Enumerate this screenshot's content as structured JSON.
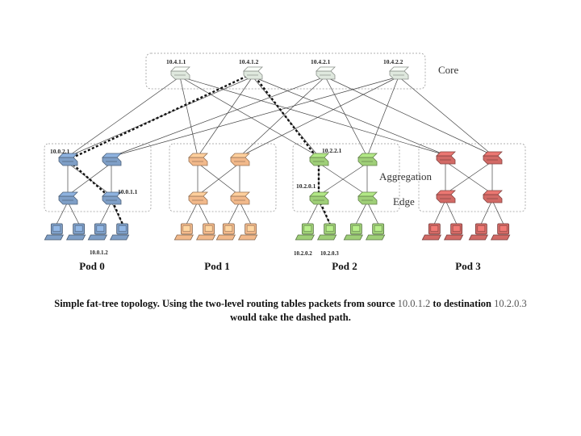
{
  "labels": {
    "core": "Core",
    "aggregation": "Aggregation",
    "edge": "Edge"
  },
  "core_switches": [
    {
      "addr": "10.4.1.1"
    },
    {
      "addr": "10.4.1.2"
    },
    {
      "addr": "10.4.2.1"
    },
    {
      "addr": "10.4.2.2"
    }
  ],
  "pods": [
    {
      "name": "Pod 0",
      "color": "#7f9fc7"
    },
    {
      "name": "Pod 1",
      "color": "#f2b98b"
    },
    {
      "name": "Pod 2",
      "color": "#9fcf78"
    },
    {
      "name": "Pod 3",
      "color": "#d26a66"
    }
  ],
  "addresses": {
    "pod0_agg": "10.0.2.1",
    "pod0_edge": "10.0.1.1",
    "pod0_host": "10.0.1.2",
    "pod2_agg": "10.2.2.1",
    "pod2_edge": "10.2.0.1",
    "pod2_host_a": "10.2.0.2",
    "pod2_host_b": "10.2.0.3"
  },
  "caption": {
    "part1": "Simple fat-tree topology.  Using the two-level routing tables packets from source ",
    "source": "10.0.1.2",
    "part2": " to destination ",
    "destination": "10.2.0.3",
    "part3": " would take the dashed path."
  },
  "colors": {
    "core_switch": "#dfe8de",
    "link": "#444444",
    "dashed_path": "#111111"
  }
}
